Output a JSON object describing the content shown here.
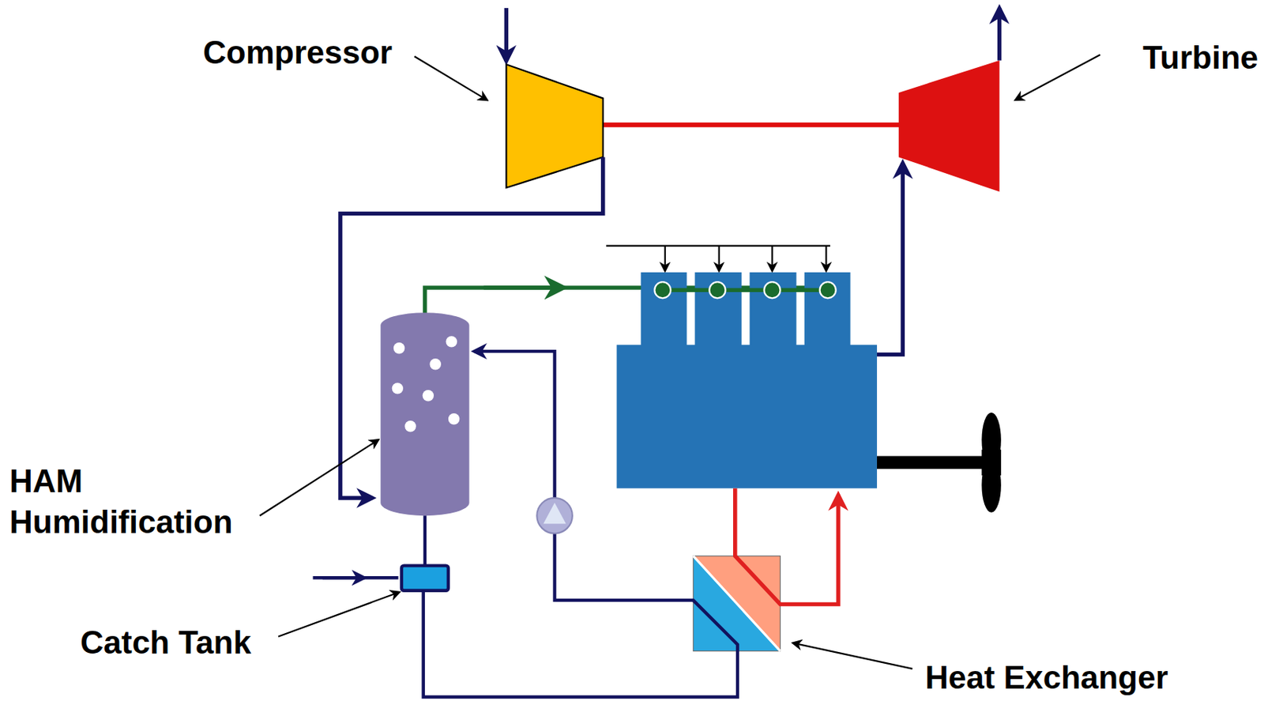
{
  "diagram": {
    "labels": [
      "Compressor",
      "Turbine",
      "HAM Humidification",
      "Catch Tank",
      "Heat Exchanger"
    ]
  }
}
